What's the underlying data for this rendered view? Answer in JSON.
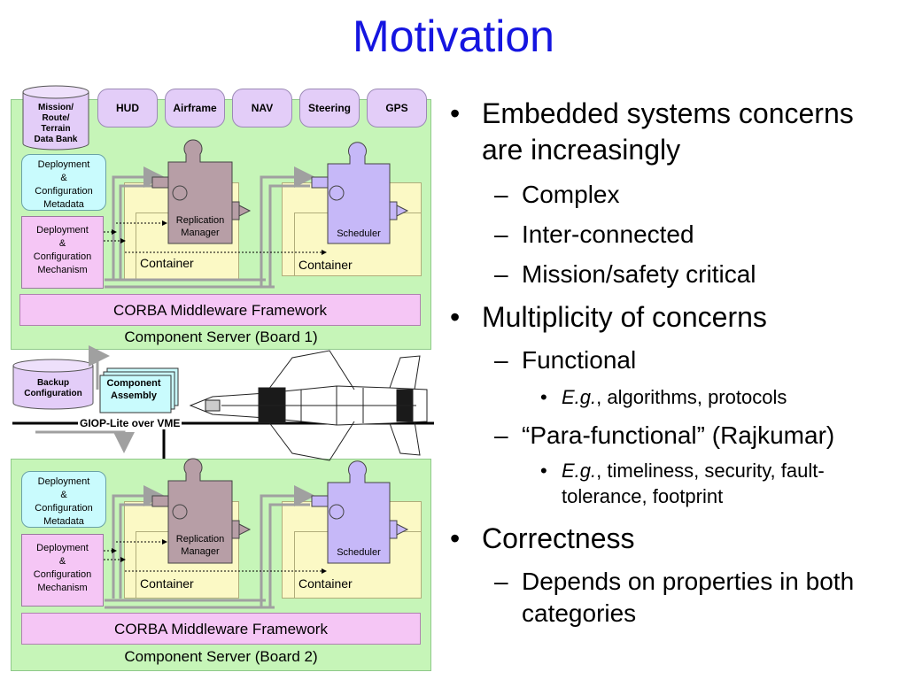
{
  "title": "Motivation",
  "diagram": {
    "board1": {
      "label": "Component Server (Board 1)",
      "corba": "CORBA Middleware Framework",
      "config_metadata": "Deployment\n&\nConfiguration\nMetadata",
      "config_mechanism": "Deployment\n&\nConfiguration\nMechanism",
      "replication_manager": "Replication\nManager",
      "scheduler": "Scheduler",
      "container_left": "Container",
      "container_right": "Container"
    },
    "board2": {
      "label": "Component Server (Board 2)",
      "corba": "CORBA Middleware Framework",
      "config_metadata": "Deployment\n&\nConfiguration\nMetadata",
      "config_mechanism": "Deployment\n&\nConfiguration\nMechanism",
      "replication_manager": "Replication\nManager",
      "scheduler": "Scheduler",
      "container_left": "Container",
      "container_right": "Container"
    },
    "databank": "Mission/\nRoute/\nTerrain\nData Bank",
    "pills": [
      "HUD",
      "Airframe",
      "NAV",
      "Steering",
      "GPS"
    ],
    "backup": "Backup\nConfiguration",
    "assembly": "Component\nAssembly",
    "giop": "GIOP-Lite over VME",
    "colors": {
      "server": "#c6f5b8",
      "corba": "#f5c6f5",
      "container": "#fbf9c5",
      "metadata": "#c9fbfd",
      "pill": "#e3cdf8",
      "replication_manager": "#b79ea6",
      "scheduler": "#c6b8f8",
      "arrow": "#a0a0a0",
      "title": "#1515e0"
    }
  },
  "bullets": {
    "b1": "Embedded systems concerns are increasingly",
    "b1_sub": [
      "Complex",
      "Inter-connected",
      "Mission/safety critical"
    ],
    "b2": "Multiplicity of concerns",
    "b2_sub1": "Functional",
    "b2_sub1_eg": "E.g.",
    "b2_sub1_rest": ", algorithms, protocols",
    "b2_sub2": "“Para-functional” (Rajkumar)",
    "b2_sub2_eg": "E.g.",
    "b2_sub2_rest": ", timeliness, security, fault-tolerance, footprint",
    "b3": "Correctness",
    "b3_sub": "Depends on properties in both categories"
  }
}
